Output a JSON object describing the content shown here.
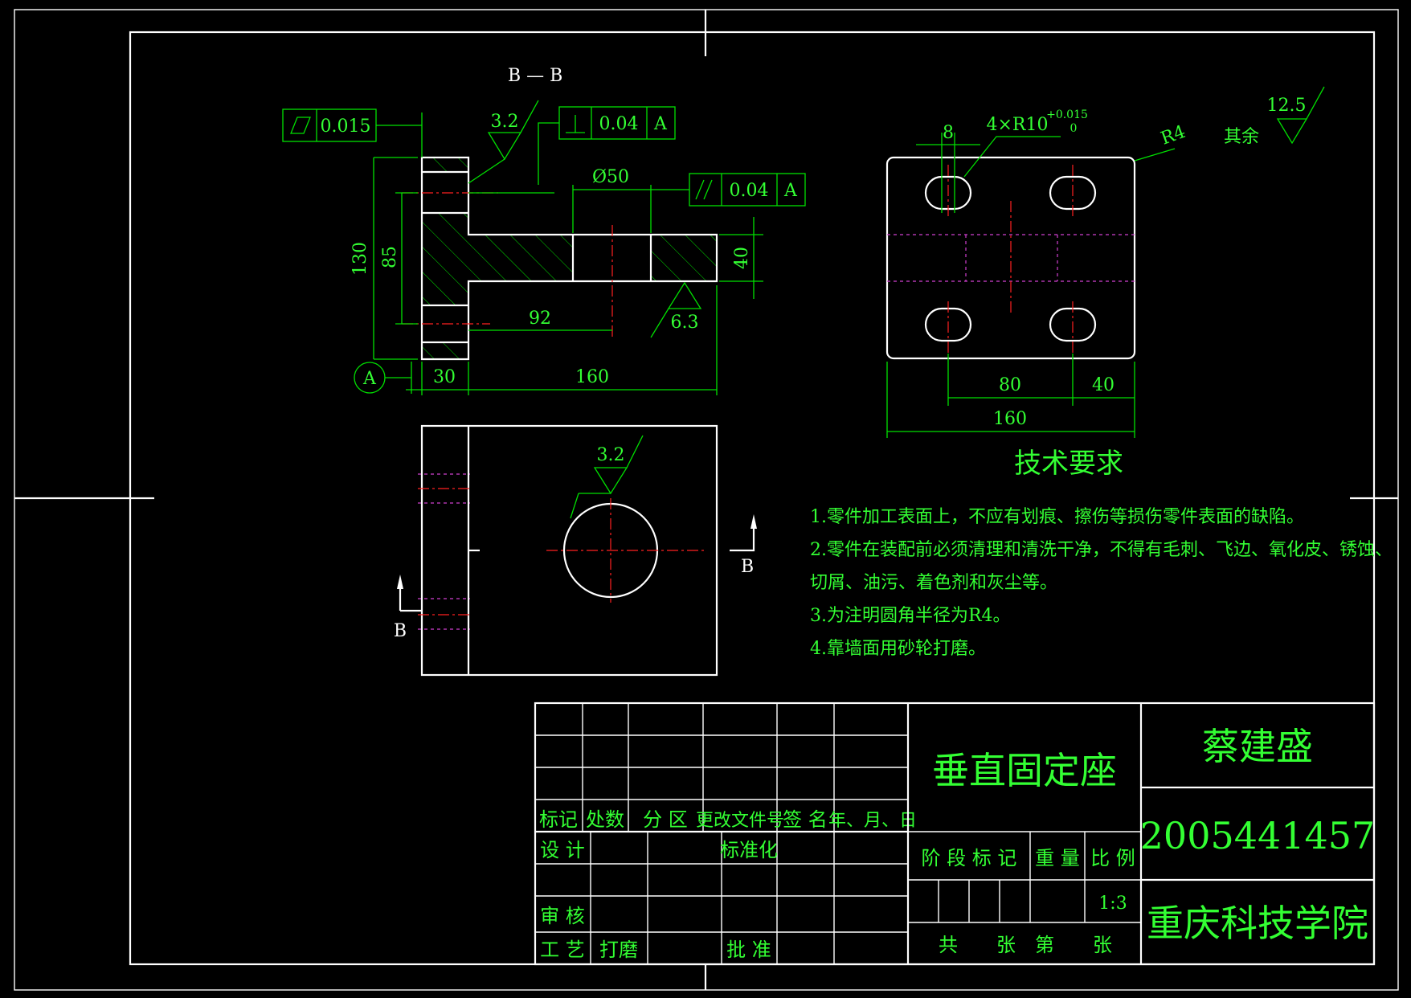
{
  "section_label": "B — B",
  "section_marks": [
    "B",
    "B"
  ],
  "datum_label": "A",
  "fcf": [
    {
      "symbol": "flatness-icon",
      "value": "0.015",
      "datum": ""
    },
    {
      "symbol": "perpendicularity-icon",
      "value": "0.04",
      "datum": "A"
    },
    {
      "symbol": "parallelism-icon",
      "value": "0.04",
      "datum": "A"
    }
  ],
  "roughness": {
    "section_top": "3.2",
    "section_bottom": "6.3",
    "plan_view": "3.2",
    "remaining": "12.5",
    "remaining_label": "其余"
  },
  "dims": {
    "total_height": "130",
    "inner_height": "85",
    "diameter": "Ø50",
    "thickness": "40",
    "hole_offset": "92",
    "flange_width": "30",
    "length": "160",
    "slot_width": "8",
    "slot_spec": "4×R10",
    "slot_tol_upper": "+0.015",
    "slot_tol_lower": "0",
    "corner_radius": "R4",
    "slot_spacing": "80",
    "edge_offset": "40",
    "plate_length": "160"
  },
  "tech": {
    "title": "技术要求",
    "lines": [
      "1.零件加工表面上，不应有划痕、擦伤等损伤零件表面的缺陷。",
      "2.零件在装配前必须清理和清洗干净，不得有毛刺、飞边、氧化皮、锈蚀、",
      "切屑、油污、着色剂和灰尘等。",
      "3.为注明圆角半径为R4。",
      "4.靠墙面用砂轮打磨。"
    ]
  },
  "title_block": {
    "rev_headers": [
      "标记",
      "处数",
      "分 区",
      "更改文件号",
      "签 名",
      "年、月、日"
    ],
    "row_design": "设 计",
    "row_standard": "标准化",
    "row_review": "审 核",
    "row_process": "工 艺",
    "row_polish": "打磨",
    "row_approve": "批 准",
    "part_name": "垂直固定座",
    "stage_label": "阶 段 标 记",
    "weight_label": "重 量",
    "scale_label": "比 例",
    "scale_value": "1:3",
    "sheet_text": [
      "共",
      "张",
      "第",
      "张"
    ],
    "designer": "蔡建盛",
    "student_id": "2005441457",
    "school": "重庆科技学院"
  }
}
